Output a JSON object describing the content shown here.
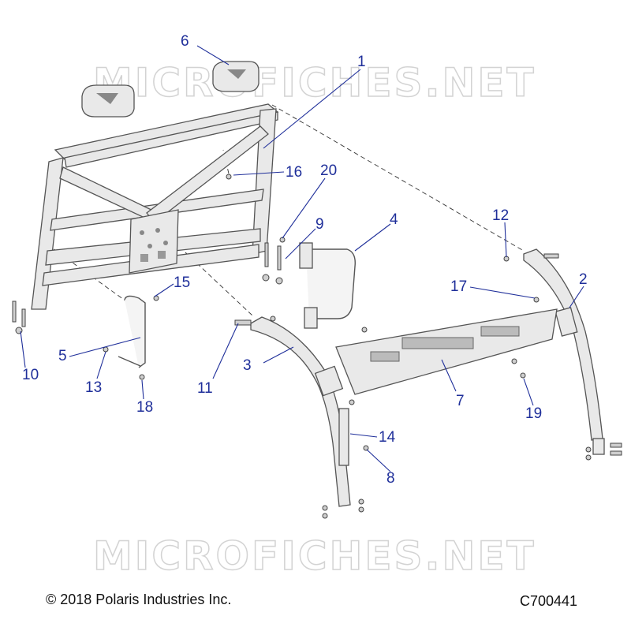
{
  "watermark": "MICROFICHES.NET",
  "footer": {
    "copyright": "© 2018 Polaris Industries Inc.",
    "diagram_code": "C700441"
  },
  "callouts": [
    {
      "label": "1"
    },
    {
      "label": "2"
    },
    {
      "label": "3"
    },
    {
      "label": "4"
    },
    {
      "label": "5"
    },
    {
      "label": "6"
    },
    {
      "label": "7"
    },
    {
      "label": "8"
    },
    {
      "label": "9"
    },
    {
      "label": "10"
    },
    {
      "label": "11"
    },
    {
      "label": "12"
    },
    {
      "label": "13"
    },
    {
      "label": "14"
    },
    {
      "label": "15"
    },
    {
      "label": "16"
    },
    {
      "label": "17"
    },
    {
      "label": "18"
    },
    {
      "label": "19"
    },
    {
      "label": "20"
    }
  ],
  "colors": {
    "callout": "#1f2f9a",
    "watermark": "#d3d3d3",
    "part_outline": "#555555"
  }
}
